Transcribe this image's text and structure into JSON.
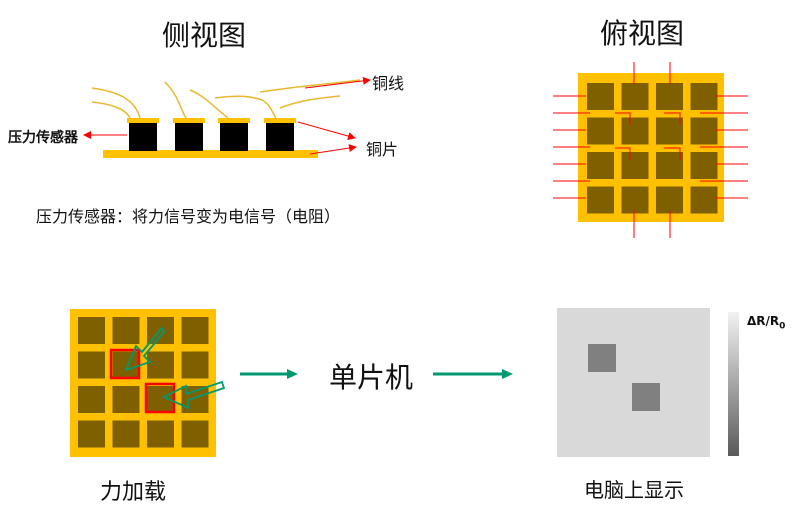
{
  "side_view": {
    "title": "侧视图",
    "label_copper_wire": "铜线",
    "label_copper_sheet": "铜片",
    "label_sensor": "压力传感器",
    "caption": "压力传感器：将力信号变为电信号（电阻）"
  },
  "top_view": {
    "title": "俯视图"
  },
  "flow": {
    "load_label": "力加载",
    "mcu_label": "单片机",
    "display_label": "电脑上显示",
    "colorbar_label": "ΔR/R",
    "colorbar_sub": "0"
  },
  "colors": {
    "board": "#FFC000",
    "pad": "#7F6000",
    "wire_red": "#FF0000",
    "highlight": "#FF0000",
    "arrow_teal": "#00A07A",
    "display_bg": "#D9D9D9",
    "display_block": "#808080"
  }
}
